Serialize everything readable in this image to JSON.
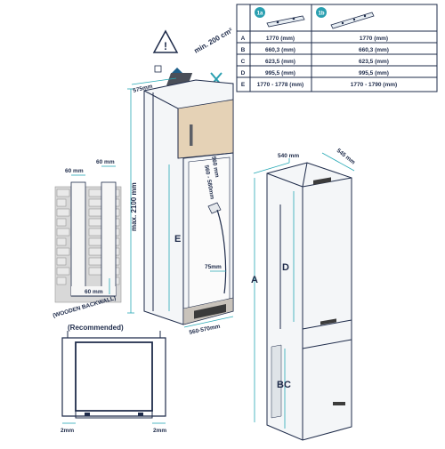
{
  "spec_table": {
    "col_headers": [
      "1a",
      "1b"
    ],
    "rows": [
      {
        "key": "A",
        "v1": "1770 (mm)",
        "v2": "1770 (mm)"
      },
      {
        "key": "B",
        "v1": "660,3 (mm)",
        "v2": "660,3 (mm)"
      },
      {
        "key": "C",
        "v1": "623,5 (mm)",
        "v2": "623,5 (mm)"
      },
      {
        "key": "D",
        "v1": "995,5 (mm)",
        "v2": "995,5 (mm)"
      },
      {
        "key": "E",
        "v1": "1770 - 1778 (mm)",
        "v2": "1770 - 1790 (mm)"
      }
    ]
  },
  "ventilation": {
    "label": "min. 200 cm²"
  },
  "cabinet": {
    "depth_top": "575mm",
    "height_max": "max. 2100 mm",
    "inner_width": "560 mm",
    "inner_width_alt": "560 - 580mm",
    "bottom_gap": "75mm",
    "base_width": "560-570mm",
    "label_e": "E"
  },
  "wall": {
    "gap_left": "60 mm",
    "gap_right": "60 mm",
    "bottom": "60 mm",
    "caption_1": "(WOODEN BACKWALL)",
    "caption_2": "(Recommended)"
  },
  "fridge": {
    "width": "540 mm",
    "depth": "545 mm",
    "label_a": "A",
    "label_d": "D",
    "label_bc": "BC"
  },
  "bottom_detail": {
    "left_gap": "2mm",
    "right_gap": "2mm"
  }
}
